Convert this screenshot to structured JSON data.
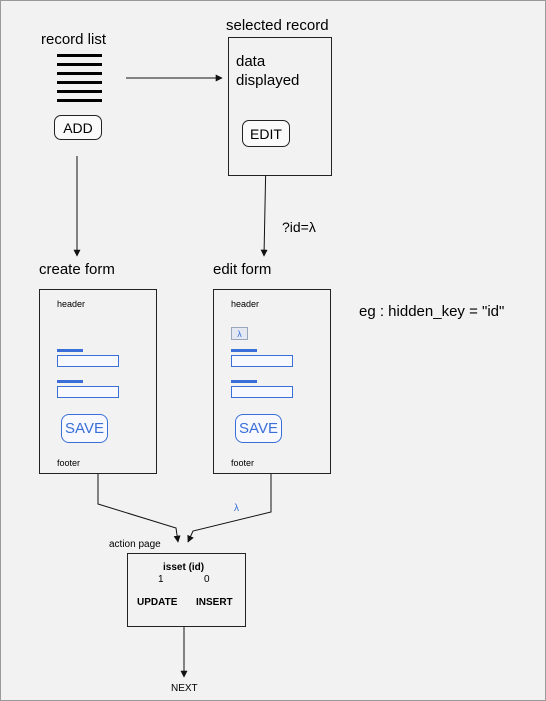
{
  "record_list": {
    "title": "record list",
    "add_label": "ADD"
  },
  "selected_record": {
    "title": "selected record",
    "data_line1": "data",
    "data_line2": "displayed",
    "edit_label": "EDIT"
  },
  "edit_param": "?id=λ",
  "create_form": {
    "title": "create form",
    "header": "header",
    "footer": "footer",
    "save_label": "SAVE"
  },
  "edit_form": {
    "title": "edit form",
    "header": "header",
    "footer": "footer",
    "save_label": "SAVE",
    "hidden_value": "λ"
  },
  "note": "eg : hidden_key = \"id\"",
  "wire_lambda": "λ",
  "action": {
    "title": "action page",
    "condition": "isset (id)",
    "branch_true": "1",
    "branch_false": "0",
    "update_label": "UPDATE",
    "insert_label": "INSERT"
  },
  "next_label": "NEXT",
  "colors": {
    "accent": "#3a6fd8",
    "line": "#222222",
    "background": "#f2f2f2"
  }
}
